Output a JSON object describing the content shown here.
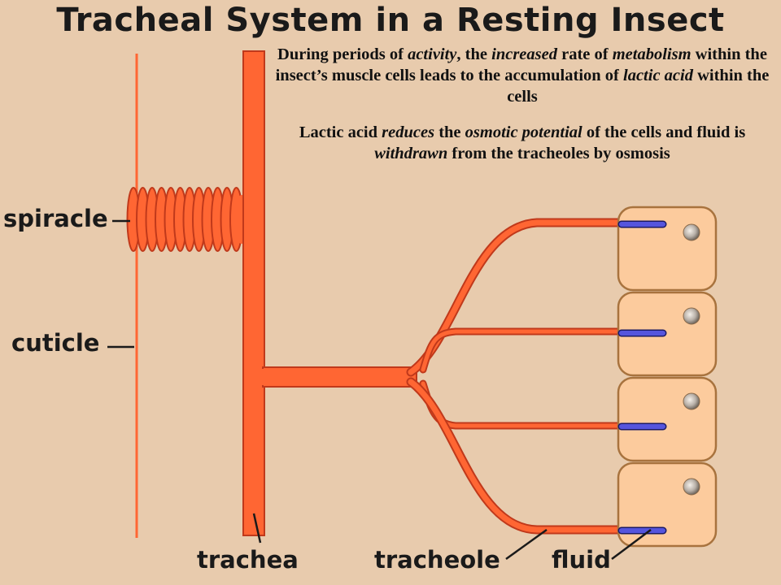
{
  "title": "Tracheal System in a Resting Insect",
  "paragraph_1": {
    "segments": [
      {
        "text": "During periods of ",
        "italic": false
      },
      {
        "text": "activity",
        "italic": true
      },
      {
        "text": ", the ",
        "italic": false
      },
      {
        "text": "increased",
        "italic": true
      },
      {
        "text": " rate of ",
        "italic": false
      },
      {
        "text": "metabolism",
        "italic": true
      },
      {
        "text": " within the insect’s muscle cells leads to the accumulation of ",
        "italic": false
      },
      {
        "text": "lactic acid",
        "italic": true
      },
      {
        "text": " within the cells",
        "italic": false
      }
    ]
  },
  "paragraph_2": {
    "segments": [
      {
        "text": "Lactic acid ",
        "italic": false
      },
      {
        "text": "reduces",
        "italic": true
      },
      {
        "text": " the ",
        "italic": false
      },
      {
        "text": "osmotic potential",
        "italic": true
      },
      {
        "text": " of the cells and fluid is ",
        "italic": false
      },
      {
        "text": "withdrawn",
        "italic": true
      },
      {
        "text": " from the tracheoles by osmosis",
        "italic": false
      }
    ]
  },
  "labels": {
    "spiracle": "spiracle",
    "cuticle": "cuticle",
    "trachea": "trachea",
    "tracheole": "tracheole",
    "fluid": "fluid"
  },
  "colors": {
    "background": "#E8CBAD",
    "trachea_fill": "#FF6633",
    "outline": "#C0391B",
    "cell_fill": "#FCCB9D",
    "cell_border": "#A8733E",
    "fluid": "#5555DD",
    "nucleus": "#B8B0A8"
  },
  "muscle_cell_count": 4
}
